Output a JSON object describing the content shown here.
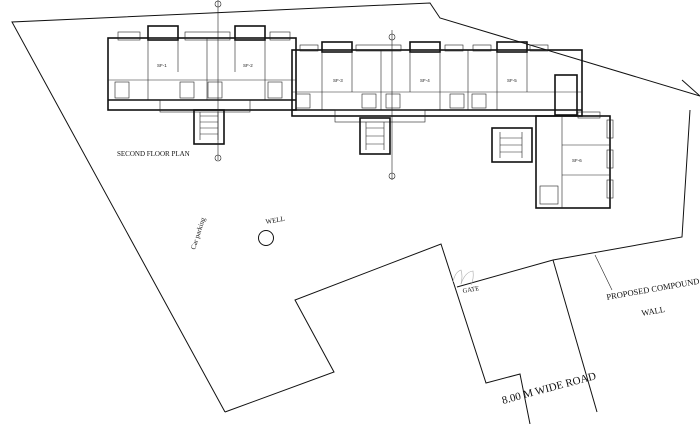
{
  "title": "SECOND FLOOR PLAN",
  "labels": {
    "well": "WELL",
    "car_parking": "Car parking",
    "gate": "GATE",
    "compound_wall_line1": "PROPOSED COMPOUND",
    "compound_wall_line2": "WALL",
    "road": "8.00 M WIDE ROAD"
  },
  "units": [
    "SF-1",
    "SF-2",
    "SF-3",
    "SF-4",
    "SF-5",
    "SF-6"
  ],
  "colors": {
    "line": "#111111",
    "background": "#ffffff"
  }
}
